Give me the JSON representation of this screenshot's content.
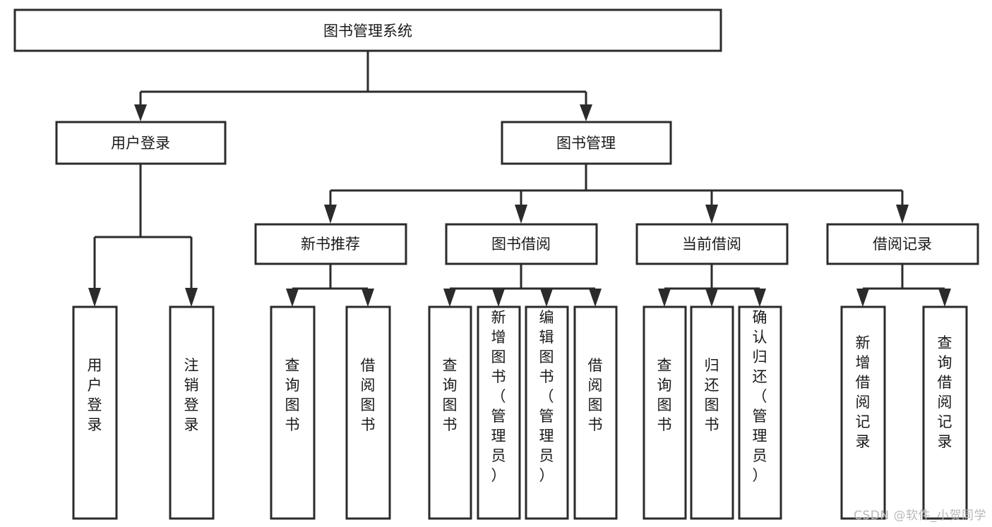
{
  "diagram": {
    "title": "图书管理系统",
    "type": "hierarchy-tree",
    "watermark": "CSDN @软件_小贺同学",
    "root": {
      "label": "图书管理系统"
    },
    "level2": [
      {
        "label": "用户登录"
      },
      {
        "label": "图书管理"
      }
    ],
    "level3": [
      {
        "label": "新书推荐"
      },
      {
        "label": "图书借阅"
      },
      {
        "label": "当前借阅"
      },
      {
        "label": "借阅记录"
      }
    ],
    "leaves": {
      "user_login": [
        {
          "label": "用户登录"
        },
        {
          "label": "注销登录"
        }
      ],
      "new_book_recommend": [
        {
          "label": "查询图书"
        },
        {
          "label": "借阅图书"
        }
      ],
      "book_borrow": [
        {
          "label": "查询图书"
        },
        {
          "label": "新增图书（管理员）"
        },
        {
          "label": "编辑图书（管理员）"
        },
        {
          "label": "借阅图书"
        }
      ],
      "current_borrow": [
        {
          "label": "查询图书"
        },
        {
          "label": "归还图书"
        },
        {
          "label": "确认归还（管理员）"
        }
      ],
      "borrow_record": [
        {
          "label": "新增借阅记录"
        },
        {
          "label": "查询借阅记录"
        }
      ]
    },
    "colors": {
      "stroke": "#2b2b2b",
      "fill": "#ffffff",
      "text": "#1a1a1a",
      "watermark": "#b8b8b8"
    }
  }
}
